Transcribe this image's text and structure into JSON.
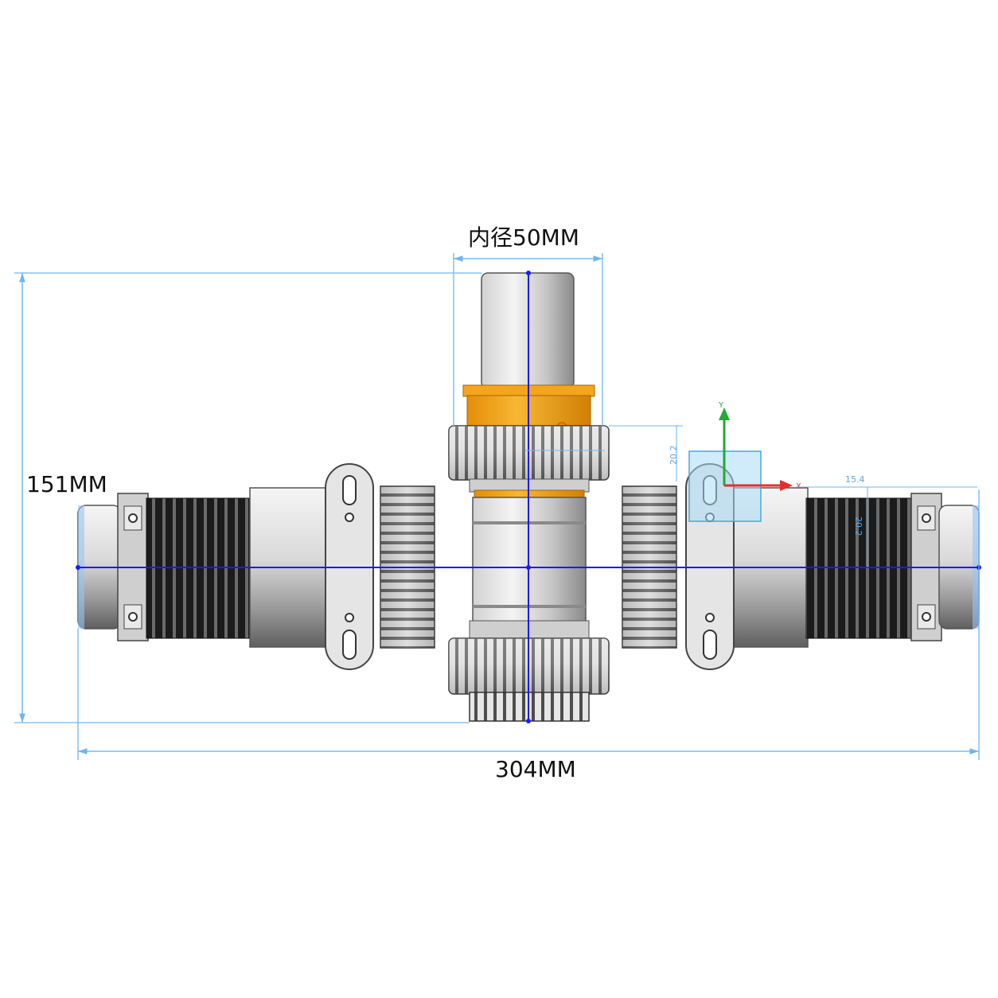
{
  "dimensions": {
    "inner_diameter": "内径50MM",
    "height": "151MM",
    "width": "304MM"
  },
  "small_dimensions": {
    "d1": "20.2",
    "d2": "15.4",
    "d3": "20.2"
  },
  "triad": {
    "y_label": "Y",
    "x_label": "X"
  },
  "colors": {
    "dimension_line": "#1a1aff",
    "extension_line": "#6fb6ee",
    "bellows": "#1b1b1b",
    "orange_ring": "#f0a418",
    "metal_light": "#e8e8e8",
    "metal_dark": "#7d7d7d",
    "axis_y": "#22aa33",
    "axis_x": "#e23030"
  }
}
